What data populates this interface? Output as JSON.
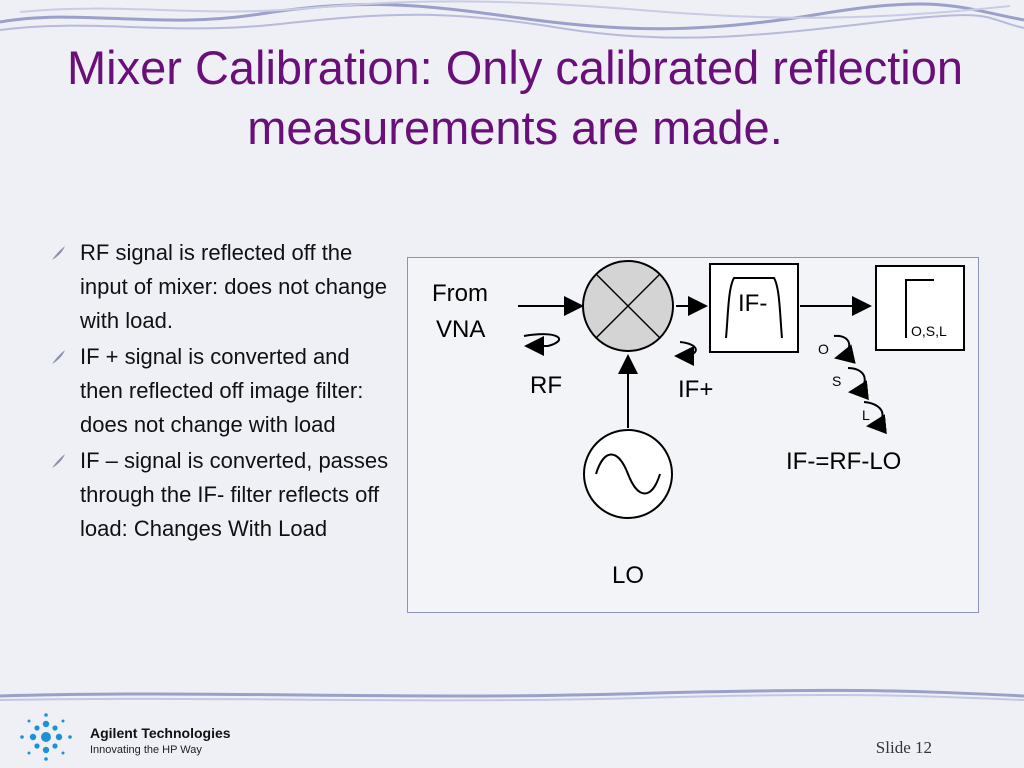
{
  "slide": {
    "title": "Mixer Calibration: Only calibrated reflection measurements are made.",
    "bullets": [
      "RF signal is reflected off the input of mixer: does not change with load.",
      "IF + signal is converted and then reflected off image filter: does not change with load",
      "IF – signal is converted, passes through the IF- filter reflects off load: Changes With Load"
    ],
    "slide_number": "Slide 12"
  },
  "diagram": {
    "from_vna_line1": "From",
    "from_vna_line2": "VNA",
    "rf_label": "RF",
    "if_plus_label": "IF+",
    "filter_label": "IF-",
    "load_label": "O,S,L",
    "o_label": "O",
    "s_label": "S",
    "l_label": "L",
    "equation": "IF-=RF-LO",
    "lo_label": "LO"
  },
  "logo": {
    "company": "Agilent Technologies",
    "tagline": "Innovating the HP Way"
  },
  "colors": {
    "title": "#6a0f7a",
    "swoosh": "#9aa0c8",
    "logo_blue": "#1f8fd6"
  }
}
